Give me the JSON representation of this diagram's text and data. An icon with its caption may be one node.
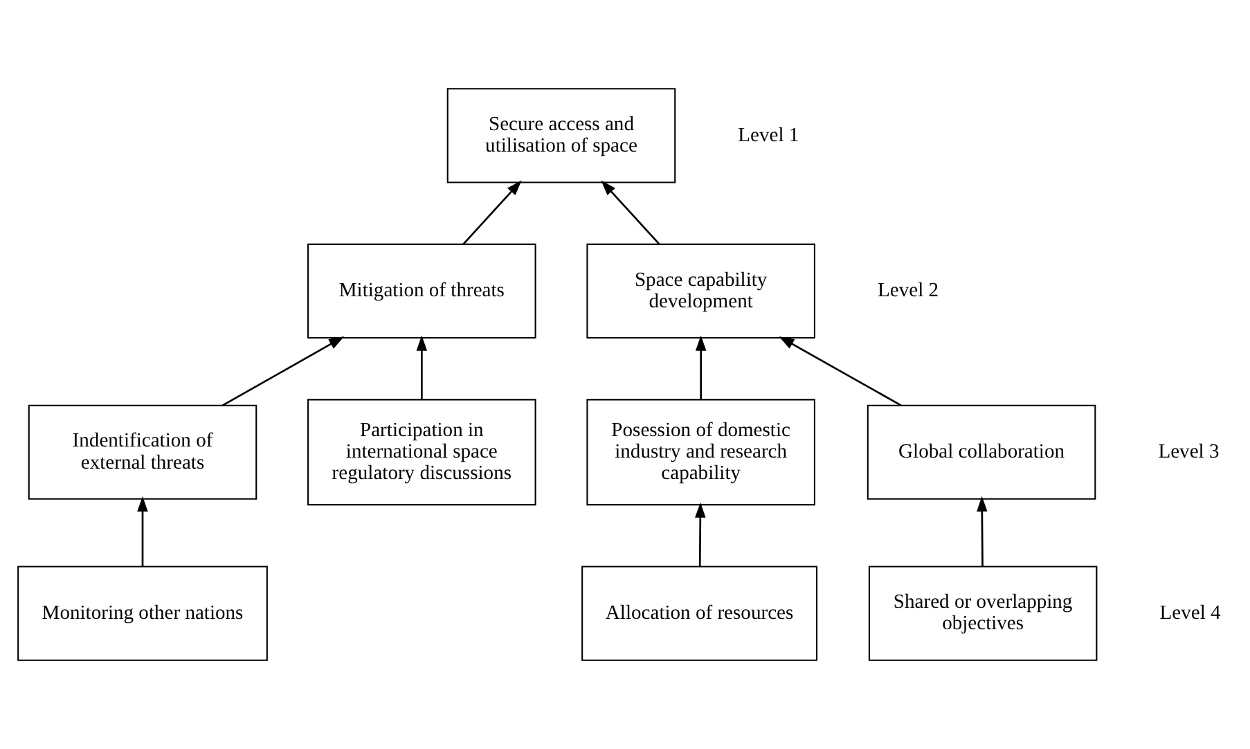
{
  "diagram": {
    "nodes": [
      {
        "text": [
          "Secure access and utilisation of space"
        ]
      },
      {
        "text": [
          "Mitigation of threats"
        ]
      },
      {
        "text": [
          "Space capability development"
        ]
      },
      {
        "text": [
          "Indentification of external threats"
        ]
      },
      {
        "text": [
          "Participation in international space regulatory discussions"
        ]
      },
      {
        "text": [
          "Posession of domestic industry and research capability"
        ]
      },
      {
        "text": [
          "Global collaboration"
        ]
      },
      {
        "text": [
          "Monitoring other nations"
        ]
      },
      {
        "text": [
          "Allocation of resources"
        ]
      },
      {
        "text": [
          "Shared or overlapping objectives"
        ]
      }
    ],
    "edges": [
      {
        "from": 1,
        "to": 0,
        "arrow": "to"
      },
      {
        "from": 2,
        "to": 0,
        "arrow": "to"
      },
      {
        "from": 3,
        "to": 1,
        "arrow": "to"
      },
      {
        "from": 4,
        "to": 1,
        "arrow": "to"
      },
      {
        "from": 5,
        "to": 2,
        "arrow": "to"
      },
      {
        "from": 6,
        "to": 2,
        "arrow": "to"
      },
      {
        "from": 7,
        "to": 3,
        "arrow": "to"
      },
      {
        "from": 8,
        "to": 5,
        "arrow": "to"
      },
      {
        "from": 9,
        "to": 6,
        "arrow": "to"
      }
    ],
    "labels": [
      "Level 1",
      "Level 2",
      "Level 3",
      "Level 4"
    ]
  }
}
